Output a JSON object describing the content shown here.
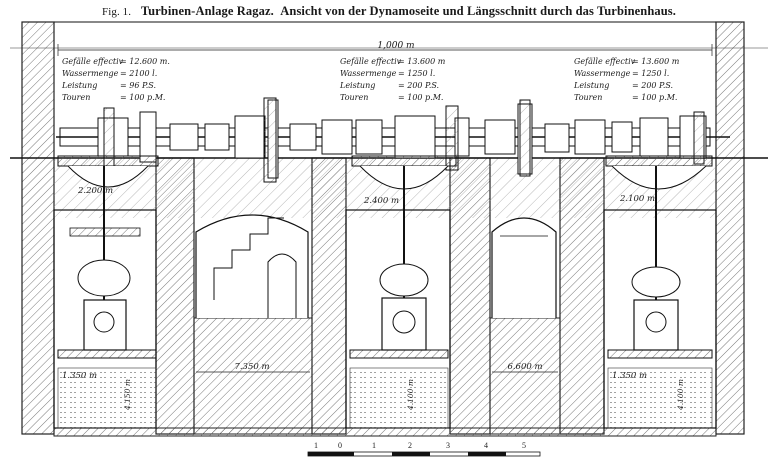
{
  "caption": {
    "fig": "Fig. 1.",
    "title": "Turbinen-Anlage Ragaz.",
    "subtitle": "Ansicht von der Dynamoseite und Längsschnitt durch das Turbinenhaus."
  },
  "dimensions": {
    "overall_width": "1,000 m",
    "left_span": "7.350 m",
    "right_span": "6.600 m",
    "left_shaft_cover": "2.200 m",
    "center_shaft_cover": "2.400 m",
    "right_shaft_cover": "2.100 m",
    "left_water_level": "1.350 m",
    "right_water_level": "1.350 m",
    "depth_left": "4.150 m",
    "depth_center": "4.100 m",
    "depth_right": "4.100 m"
  },
  "turbine_specs": [
    {
      "rows": [
        {
          "label": "Gefälle effectiv",
          "value": "= 12.600 m."
        },
        {
          "label": "Wassermenge",
          "value": "= 2100 l."
        },
        {
          "label": "Leistung",
          "value": "= 96 P.S."
        },
        {
          "label": "Touren",
          "value": "= 100 p.M."
        }
      ]
    },
    {
      "rows": [
        {
          "label": "Gefälle effectiv",
          "value": "= 13.600 m"
        },
        {
          "label": "Wassermenge",
          "value": "= 1250 l."
        },
        {
          "label": "Leistung",
          "value": "= 200 P.S."
        },
        {
          "label": "Touren",
          "value": "= 100 p.M."
        }
      ]
    },
    {
      "rows": [
        {
          "label": "Gefälle effectiv",
          "value": "= 13.600 m"
        },
        {
          "label": "Wassermenge",
          "value": "= 1250 l."
        },
        {
          "label": "Leistung",
          "value": "= 200 P.S."
        },
        {
          "label": "Touren",
          "value": "= 100 p.M."
        }
      ]
    }
  ],
  "scale_bar": {
    "ticks": [
      "1",
      "0",
      "1",
      "2",
      "3",
      "4",
      "5"
    ]
  }
}
